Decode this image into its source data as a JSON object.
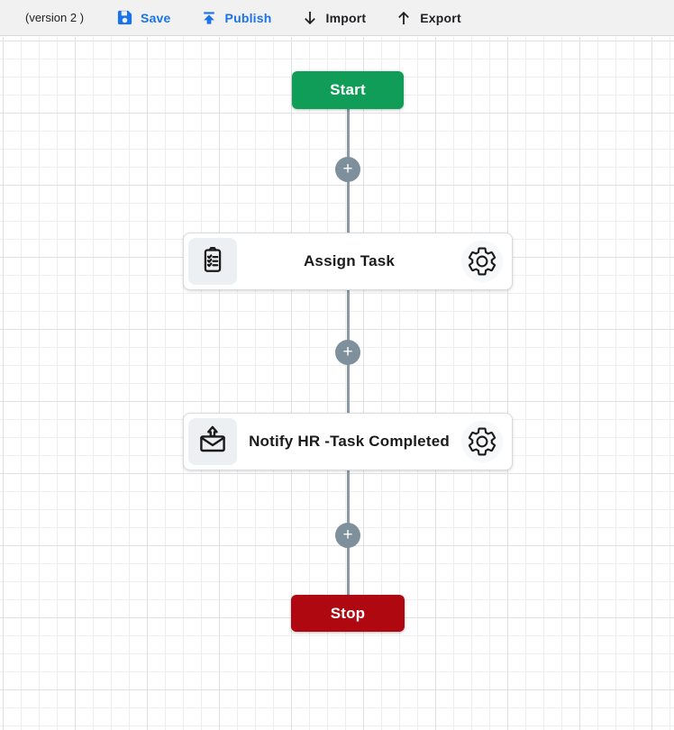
{
  "toolbar": {
    "version_label": "(version 2 )",
    "save_label": "Save",
    "publish_label": "Publish",
    "import_label": "Import",
    "export_label": "Export"
  },
  "canvas": {
    "start_label": "Start",
    "stop_label": "Stop",
    "add_step_symbol": "+",
    "nodes": [
      {
        "title": "Assign Task",
        "icon": "clipboard-checklist-icon"
      },
      {
        "title": "Notify HR -Task Completed",
        "icon": "send-mail-icon"
      }
    ]
  },
  "colors": {
    "accent_blue": "#1a73e8",
    "start_green": "#0f9d58",
    "stop_red": "#b00810",
    "connector_gray": "#8a99a6",
    "toolbar_bg": "#f1f1f2"
  }
}
